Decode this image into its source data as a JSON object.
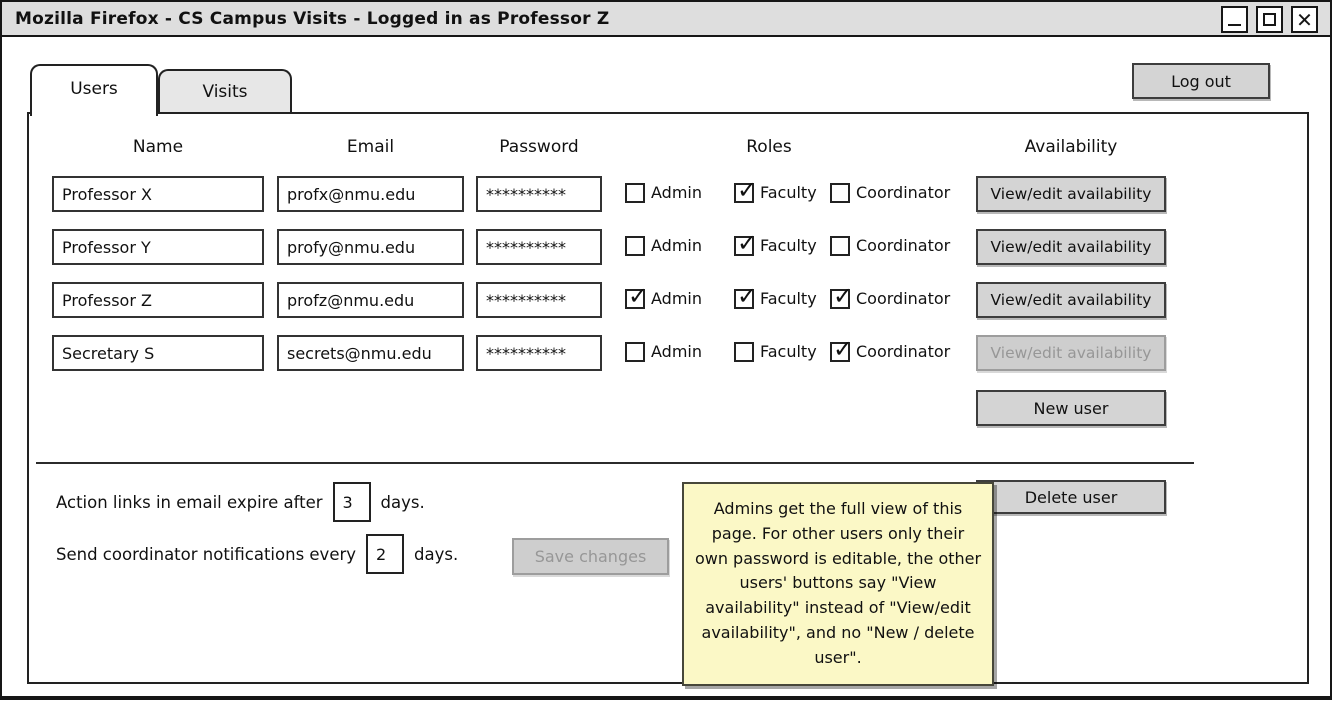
{
  "window": {
    "title": "Mozilla Firefox - CS Campus Visits - Logged in as Professor Z"
  },
  "tabs": {
    "users": "Users",
    "visits": "Visits"
  },
  "logout_label": "Log out",
  "table": {
    "headers": {
      "name": "Name",
      "email": "Email",
      "password": "Password",
      "roles": "Roles",
      "availability": "Availability"
    },
    "role_labels": [
      "Admin",
      "Faculty",
      "Coordinator"
    ],
    "rows": [
      {
        "name": "Professor X",
        "email": "profx@nmu.edu",
        "password": "**********",
        "roles": [
          false,
          true,
          false
        ],
        "availability": {
          "label": "View/edit availability",
          "enabled": true
        }
      },
      {
        "name": "Professor Y",
        "email": "profy@nmu.edu",
        "password": "**********",
        "roles": [
          false,
          true,
          false
        ],
        "availability": {
          "label": "View/edit availability",
          "enabled": true
        }
      },
      {
        "name": "Professor Z",
        "email": "profz@nmu.edu",
        "password": "**********",
        "roles": [
          true,
          true,
          true
        ],
        "availability": {
          "label": "View/edit availability",
          "enabled": true
        }
      },
      {
        "name": "Secretary S",
        "email": "secrets@nmu.edu",
        "password": "**********",
        "roles": [
          false,
          false,
          true
        ],
        "availability": {
          "label": "View/edit availability",
          "enabled": false
        }
      }
    ],
    "new_user_label": "New user"
  },
  "settings": {
    "expire_text_before": "Action links in email expire after",
    "expire_value": "3",
    "expire_text_after": "days.",
    "notify_text_before": "Send coordinator notifications every",
    "notify_value": "2",
    "notify_text_after": "days.",
    "save_label": "Save changes",
    "delete_label": "Delete user"
  },
  "note": {
    "text": "Admins get the full view of this page. For other users only their own password is editable, the other users' buttons say \"View availability\" instead of \"View/edit availability\", and no \"New / delete user\"."
  },
  "colors": {
    "titlebar_bg": "#dedede",
    "button_bg": "#d4d4d4",
    "note_bg": "#fbf8c6",
    "inactive_tab_bg": "#e7e7e7",
    "border": "#222222"
  }
}
